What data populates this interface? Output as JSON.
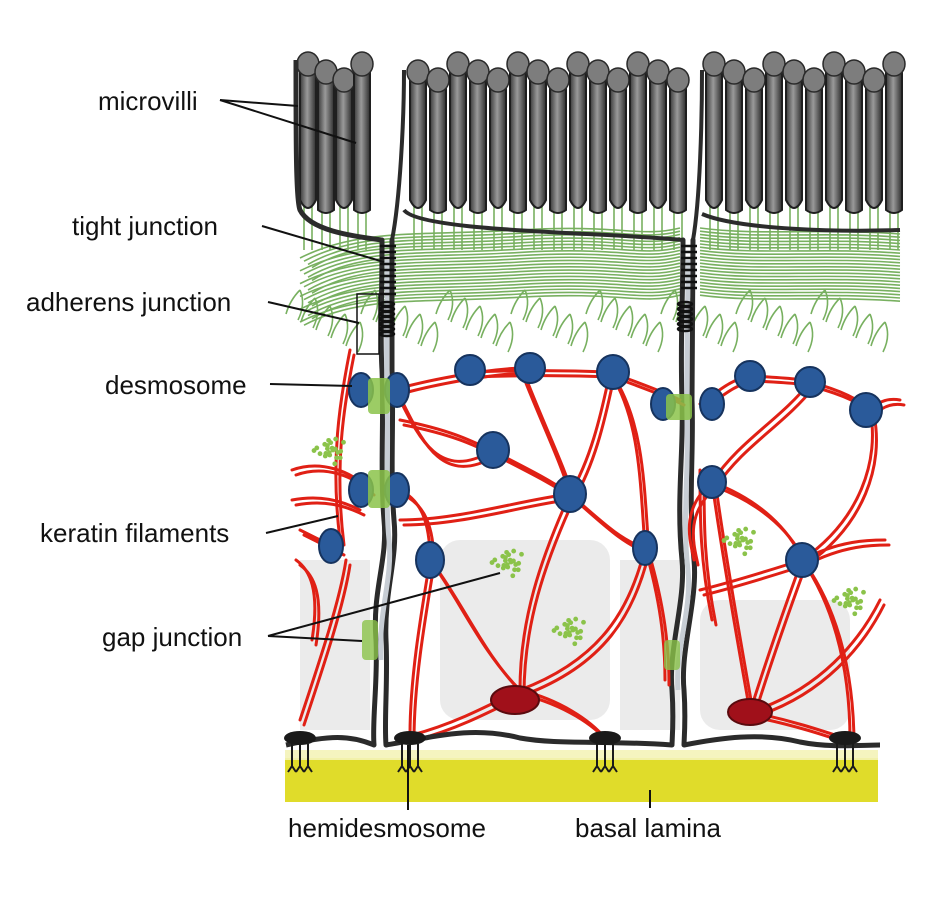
{
  "labels": {
    "microvilli": "microvilli",
    "tight_junction": "tight junction",
    "adherens_junction": "adherens junction",
    "desmosome": "desmosome",
    "keratin_filaments": "keratin filaments",
    "gap_junction": "gap junction",
    "hemidesmosome": "hemidesmosome",
    "basal_lamina": "basal lamina"
  },
  "colors": {
    "keratin": "#e02015",
    "desmosome_plaque": "#2a5a9a",
    "actin": "#6aa84f",
    "membrane": "#2b2b2b",
    "basal_lamina": "#e0dc2a",
    "cytoplasm_shade": "#dcdcdc"
  }
}
